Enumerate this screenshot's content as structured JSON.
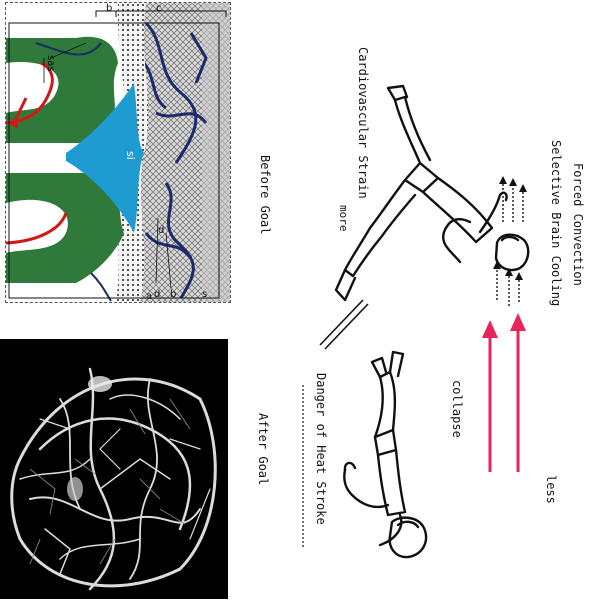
{
  "anatomy_labels": {
    "top_b": "b",
    "top_c": "c",
    "sas": "sas",
    "si": "si",
    "d": "d",
    "b": "b",
    "s": "s",
    "a": "a"
  },
  "labels": {
    "forced_convection": "Forced Convection",
    "selective_brain_cooling": "Selective Brain Cooling",
    "cardiovascular_strain": "Cardiovascular Strain",
    "more": "more",
    "before_goal": "Before Goal",
    "after_goal": "After Goal",
    "collapse": "collapse",
    "danger": "Danger of Heat Stroke",
    "less": "less"
  },
  "colors": {
    "arrow": "#e8245c",
    "csf_blue": "#1e9bd0",
    "tissue_green": "#2f7a3a",
    "vessel_red": "#d01818",
    "vessel_navy": "#1b2a6b",
    "mesh_gray": "#a0a0a0"
  }
}
